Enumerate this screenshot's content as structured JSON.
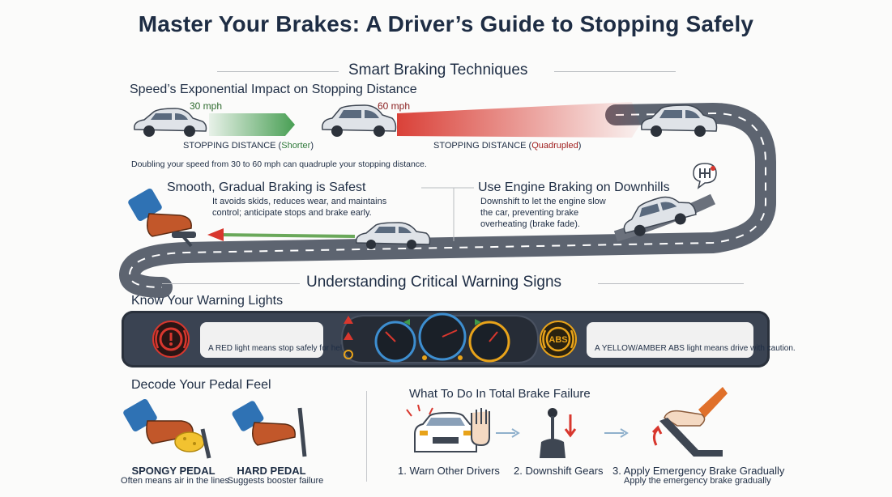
{
  "title": "Master Your Brakes: A Driver’s Guide to Stopping Safely",
  "braking": {
    "heading": "Smart Braking Techniques",
    "speed": {
      "heading": "Speed’s Exponential Impact on Stopping Distance",
      "label_30": "30 mph",
      "label_60": "60 mph",
      "short_prefix": "STOPPING DISTANCE (",
      "short_word": "Shorter",
      "short_suffix": ")",
      "quad_prefix": "STOPPING DISTANCE (",
      "quad_word": "Quadrupled",
      "quad_suffix": ")",
      "note": "Doubling your speed from 30 to 60 mph can quadruple your stopping distance."
    },
    "smooth": {
      "heading": "Smooth, Gradual Braking is Safest",
      "text": "It avoids skids, reduces wear, and maintains control; anticipate stops and brake early."
    },
    "engine": {
      "heading": "Use Engine Braking on Downhills",
      "text": "Downshift to let the engine slow the car, preventing brake overheating (brake fade)."
    }
  },
  "warning": {
    "heading": "Understanding Critical Warning Signs",
    "lights": {
      "heading": "Know Your Warning Lights",
      "red_text": "A RED light means stop safely for help",
      "abs_label": "ABS",
      "amber_text": "A YELLOW/AMBER ABS light means drive with caution."
    },
    "pedal": {
      "heading": "Decode Your Pedal Feel",
      "spongy": {
        "label": "SPONGY PEDAL",
        "sub": "Often means air in the lines"
      },
      "hard": {
        "label": "HARD PEDAL",
        "sub": "Suggests booster failure"
      }
    },
    "failure": {
      "heading": "What To Do In Total Brake Failure",
      "step1": "1. Warn Other Drivers",
      "step2": "2. Downshift Gears",
      "step3": "3. Apply Emergency Brake Gradually",
      "step3_sub": "Apply the emergency brake gradually"
    }
  },
  "colors": {
    "navy": "#1e2d44",
    "green": "#3f9a4b",
    "red": "#d8372e",
    "amber": "#e8a31a",
    "road": "#5d6470",
    "dash": "#3a4352"
  },
  "icons": [
    "car-icon",
    "brake-pedal-icon",
    "gear-shift-icon",
    "warning-light-icon",
    "abs-light-icon",
    "sponge-icon",
    "hazard-hand-icon",
    "handbrake-icon",
    "arrow-right-icon"
  ]
}
